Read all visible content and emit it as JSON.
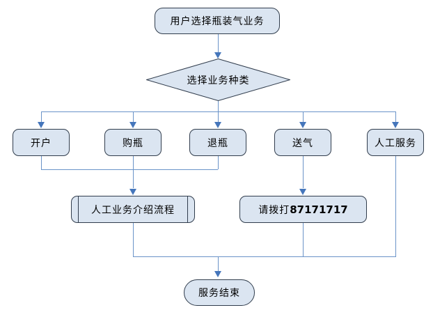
{
  "diagram": {
    "type": "flowchart",
    "nodes": {
      "start": {
        "label": "用户选择瓶装气业务",
        "shape": "terminator"
      },
      "decision": {
        "label": "选择业务种类",
        "shape": "diamond"
      },
      "open_account": {
        "label": "开户",
        "shape": "process"
      },
      "buy_bottle": {
        "label": "购瓶",
        "shape": "process"
      },
      "return_bottle": {
        "label": "退瓶",
        "shape": "process"
      },
      "deliver_gas": {
        "label": "送气",
        "shape": "process"
      },
      "manual_service": {
        "label": "人工服务",
        "shape": "process"
      },
      "manual_intro": {
        "label": "人工业务介绍流程",
        "shape": "predefined-process"
      },
      "call_number": {
        "label_prefix": "请拨打",
        "phone_number": "87171717",
        "shape": "process"
      },
      "end": {
        "label": "服务结束",
        "shape": "terminator"
      }
    },
    "edges": [
      "start -> decision",
      "decision -> open_account",
      "decision -> buy_bottle",
      "decision -> return_bottle",
      "decision -> deliver_gas",
      "decision -> manual_service",
      "open_account -> manual_intro",
      "buy_bottle -> manual_intro",
      "return_bottle -> manual_intro",
      "deliver_gas -> call_number",
      "manual_intro -> end",
      "call_number -> end",
      "manual_service -> end"
    ],
    "colors": {
      "node_fill": "#dbe5f1",
      "node_border": "#303c4c",
      "connector_line": "#6a93c8",
      "arrowhead": "#4576bb",
      "text": "#000000",
      "background": "#ffffff"
    }
  }
}
